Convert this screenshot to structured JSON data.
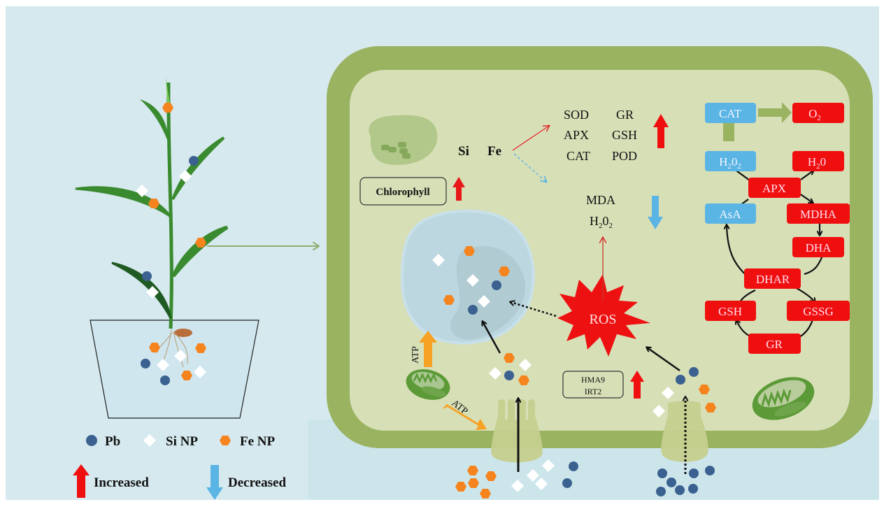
{
  "colors": {
    "background": "#d6e9ee",
    "cell_wall": "#9ab361",
    "cytoplasm": "#d7dfb7",
    "increase_red": "#f00f0f",
    "decrease_blue": "#5ab4e4",
    "pb": "#3a6190",
    "fe_np": "#f6841e",
    "si_np": "#ffffff",
    "atp_orange": "#f7a224",
    "ros_red": "#ee1111"
  },
  "legend": {
    "pb": "Pb",
    "si_np": "Si NP",
    "fe_np": "Fe NP",
    "increased": "Increased",
    "decreased": "Decreased"
  },
  "cell": {
    "si_label": "Si",
    "fe_label": "Fe",
    "chlorophyll": "Chlorophyll",
    "up_enzymes": [
      "SOD",
      "GR",
      "APX",
      "GSH",
      "CAT",
      "POD"
    ],
    "down_markers": {
      "mda": "MDA",
      "h2o2_main": "H",
      "h2o2_sub1": "2",
      "h2o2_mid": "0",
      "h2o2_sub2": "2"
    },
    "ros": "ROS",
    "atp_up": "ATP",
    "atp_diag": "ATP",
    "transporters": [
      "HMA9",
      "IRT2"
    ]
  },
  "pathway": {
    "cat": "CAT",
    "o2": "O",
    "o2_sub": "2",
    "h2o2": "H",
    "h2o2_sub1": "2",
    "h2o2_mid": "0",
    "h2o2_sub2": "2",
    "h2o": "H",
    "h2o_sub": "2",
    "h2o_end": "0",
    "apx": "APX",
    "asa": "AsA",
    "mdha": "MDHA",
    "dha": "DHA",
    "dhar": "DHAR",
    "gsh": "GSH",
    "gssg": "GSSG",
    "gr": "GR"
  }
}
